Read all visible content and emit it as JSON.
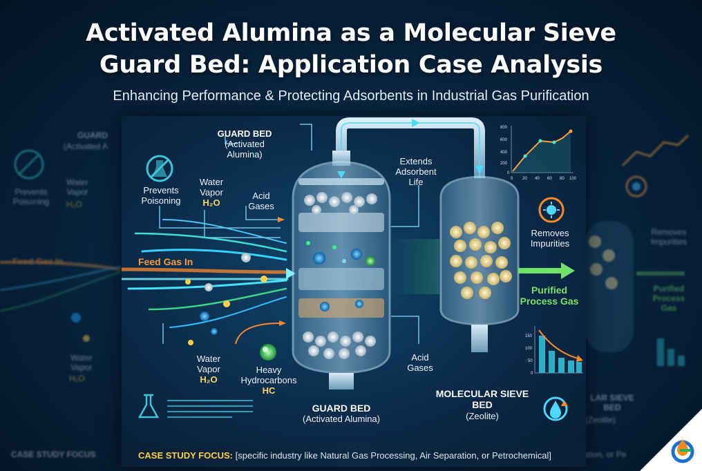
{
  "header": {
    "title_line1": "Activated Alumina as a Molecular Sieve",
    "title_line2": "Guard Bed: Application Case Analysis",
    "subtitle": "Enhancing Performance & Protecting Adsorbents in Industrial Gas Purification"
  },
  "diagram": {
    "guard_bed_top": {
      "title": "GUARD BED",
      "subtitle": "(Activated Alumina)"
    },
    "prevents_poisoning": "Prevents Poisoning",
    "water_vapor_top": {
      "label": "Water Vapor",
      "formula": "H₂O"
    },
    "acid_gases_top": "Acid Gases",
    "feed_gas": "Feed Gas In",
    "extends_life": "Extends Adsorbent Life",
    "acid_gases_bottom": "Acid Gases",
    "water_vapor_bottom": {
      "label": "Water Vapor",
      "formula": "H₂O"
    },
    "heavy_hc": {
      "label": "Heavy Hydrocarbons",
      "formula": "HC"
    },
    "guard_bed_bottom": {
      "title": "GUARD BED",
      "subtitle": "(Activated Alumina)"
    },
    "molecular_sieve": {
      "title": "MOLECULAR SIEVE BED",
      "subtitle": "(Zeolite)"
    },
    "removes_impurities": "Removes Impurities",
    "purified_gas": "Purified Process Gas",
    "line_chart": {
      "yticks": [
        "800",
        "600",
        "400",
        "200",
        "0"
      ],
      "xticks": [
        "0",
        "20",
        "40",
        "60",
        "80",
        "100"
      ]
    },
    "bar_chart": {
      "yticks": [
        "150",
        "100",
        "50",
        "0"
      ]
    }
  },
  "ghost_left": {
    "guard": "GUARD",
    "guard_sub": "(Activated A",
    "prevents": "Prevents Poisoning",
    "water": "Water Vapor",
    "formula": "H₂O",
    "feed": "Feed Gas In",
    "water2": "Water Vapor",
    "formula2": "H₂O",
    "case": "CASE STUDY FOCUS"
  },
  "ghost_right": {
    "removes": "Removes Impurities",
    "purified": "Purified Process Gas",
    "mol": "LAR SIEVE BED",
    "mol_sub": "(Zeolite)",
    "tail": "ration, or Pe"
  },
  "footer": {
    "label": "CASE STUDY FOCUS:",
    "text": "[specific industry like Natural Gas Processing, Air Separation, or Petrochemical]"
  },
  "colors": {
    "accent_orange": "#ff9a3c",
    "accent_green": "#7ee06a",
    "footer_label": "#ffcf4a",
    "flow_cyan": "#4fd8ff"
  }
}
